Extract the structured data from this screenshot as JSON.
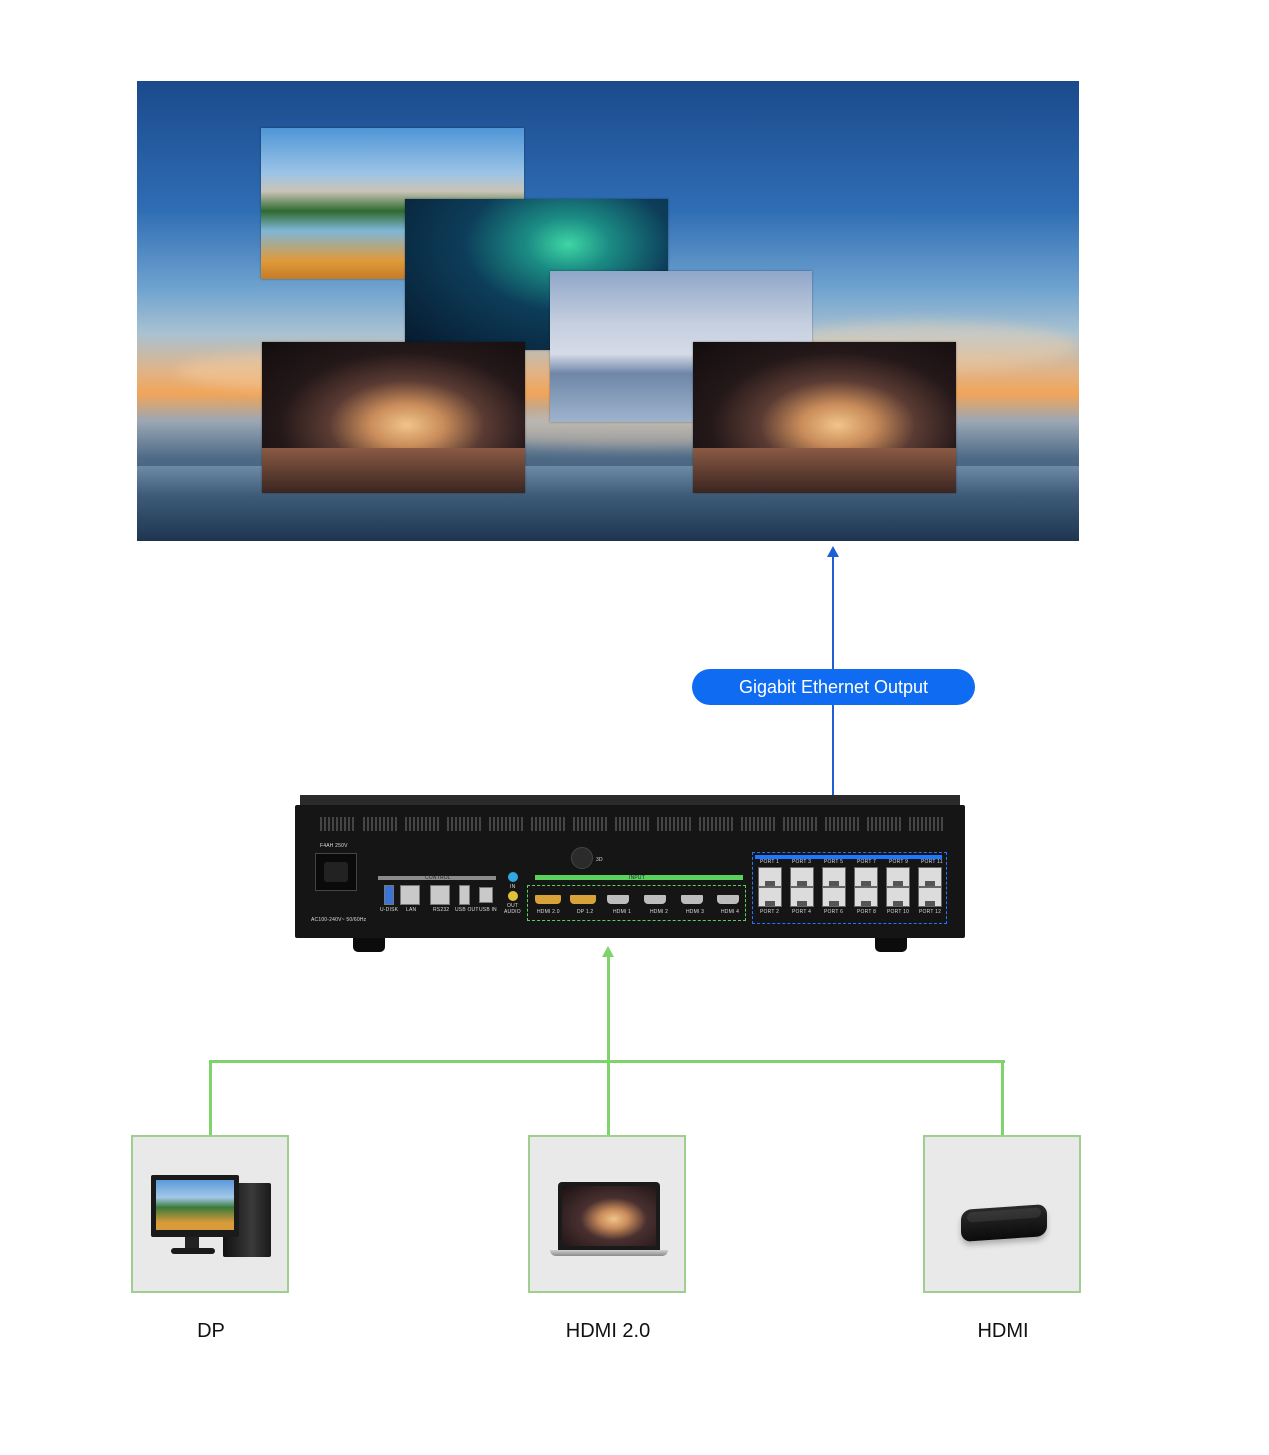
{
  "diagram": {
    "output_label": "Gigabit Ethernet Output",
    "sources": [
      {
        "label": "DP",
        "device_icon": "desktop-pc-icon"
      },
      {
        "label": "HDMI 2.0",
        "device_icon": "laptop-icon"
      },
      {
        "label": "HDMI",
        "device_icon": "media-box-icon"
      }
    ],
    "colors": {
      "output_line": "#1f5fd6",
      "output_pill": "#0f6cf2",
      "input_line": "#7ed36a"
    }
  },
  "device": {
    "fuse_label": "F4AH 250V",
    "power_label": "AC100-240V~ 50/60Hz",
    "control_header": "CONTROL",
    "control_ports": [
      "U-DISK",
      "LAN",
      "RS232",
      "USB OUT",
      "USB IN"
    ],
    "audio_in": "IN",
    "audio_out": "OUT",
    "audio_label": "AUDIO",
    "knob_label": "3D",
    "input_header": "INPUT",
    "input_ports": [
      "HDMI 2.0",
      "DP 1.2",
      "HDMI 1",
      "HDMI 2",
      "HDMI 3",
      "HDMI 4"
    ],
    "output_top": [
      "PORT 1",
      "PORT 3",
      "PORT 5",
      "PORT 7",
      "PORT 9",
      "PORT 11"
    ],
    "output_bottom": [
      "PORT 2",
      "PORT 4",
      "PORT 6",
      "PORT 8",
      "PORT 10",
      "PORT 12"
    ]
  }
}
